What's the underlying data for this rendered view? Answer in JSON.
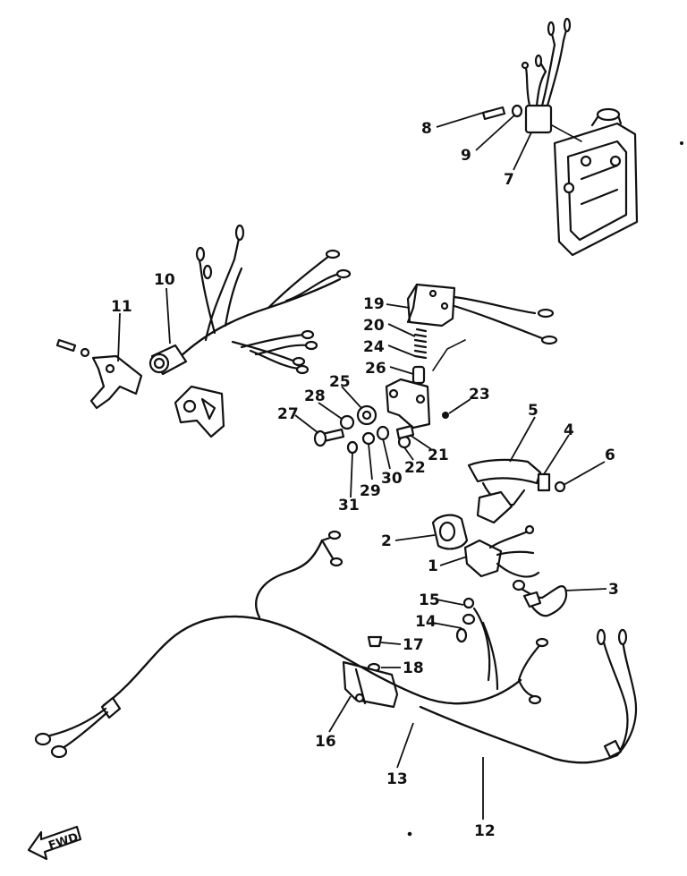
{
  "diagram": {
    "part_numbers": [
      "1",
      "2",
      "3",
      "4",
      "5",
      "6",
      "7",
      "8",
      "9",
      "10",
      "11",
      "12",
      "13",
      "14",
      "15",
      "16",
      "17",
      "18",
      "19",
      "20",
      "21",
      "22",
      "23",
      "24",
      "25",
      "26",
      "27",
      "28",
      "29",
      "30",
      "31"
    ],
    "direction_label": "FWD"
  }
}
